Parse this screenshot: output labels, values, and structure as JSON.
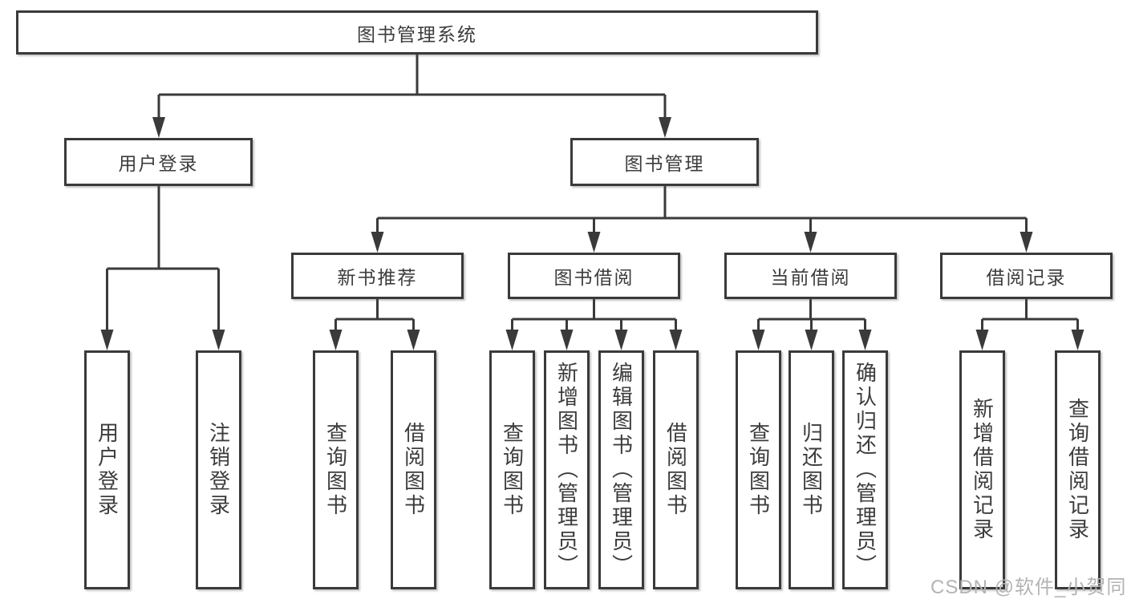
{
  "diagram": {
    "type": "hierarchy-tree",
    "tree": {
      "label": "图书管理系统",
      "children": [
        {
          "label": "用户登录",
          "children": [
            {
              "label": "用户登录"
            },
            {
              "label": "注销登录"
            }
          ]
        },
        {
          "label": "图书管理",
          "children": [
            {
              "label": "新书推荐",
              "children": [
                {
                  "label": "查询图书"
                },
                {
                  "label": "借阅图书"
                }
              ]
            },
            {
              "label": "图书借阅",
              "children": [
                {
                  "label": "查询图书"
                },
                {
                  "label": "新增图书（管理员）"
                },
                {
                  "label": "编辑图书（管理员）"
                },
                {
                  "label": "借阅图书"
                }
              ]
            },
            {
              "label": "当前借阅",
              "children": [
                {
                  "label": "查询图书"
                },
                {
                  "label": "归还图书"
                },
                {
                  "label": "确认归还（管理员）"
                }
              ]
            },
            {
              "label": "借阅记录",
              "children": [
                {
                  "label": "新增借阅记录"
                },
                {
                  "label": "查询借阅记录"
                }
              ]
            }
          ]
        }
      ]
    },
    "colors": {
      "line": "#3a3a3a",
      "box_border": "#3a3a3a",
      "text": "#3c3c3c",
      "background": "#ffffff",
      "watermark": "#b3b3b3"
    }
  },
  "watermark": {
    "text": "CSDN @软件_小贺同学"
  }
}
